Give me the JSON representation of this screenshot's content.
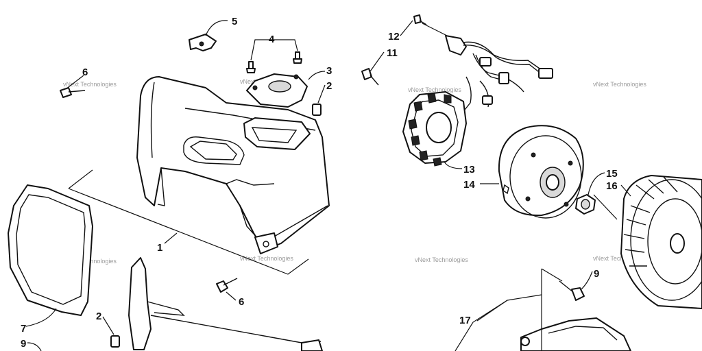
{
  "callouts": {
    "c1": "1",
    "c2a": "2",
    "c2b": "2",
    "c3": "3",
    "c4": "4",
    "c5": "5",
    "c6a": "6",
    "c6b": "6",
    "c7": "7",
    "c9a": "9",
    "c9b": "9",
    "c11": "11",
    "c12": "12",
    "c13": "13",
    "c14": "14",
    "c15": "15",
    "c16": "16",
    "c17": "17"
  },
  "watermark": "vNext Technologies"
}
